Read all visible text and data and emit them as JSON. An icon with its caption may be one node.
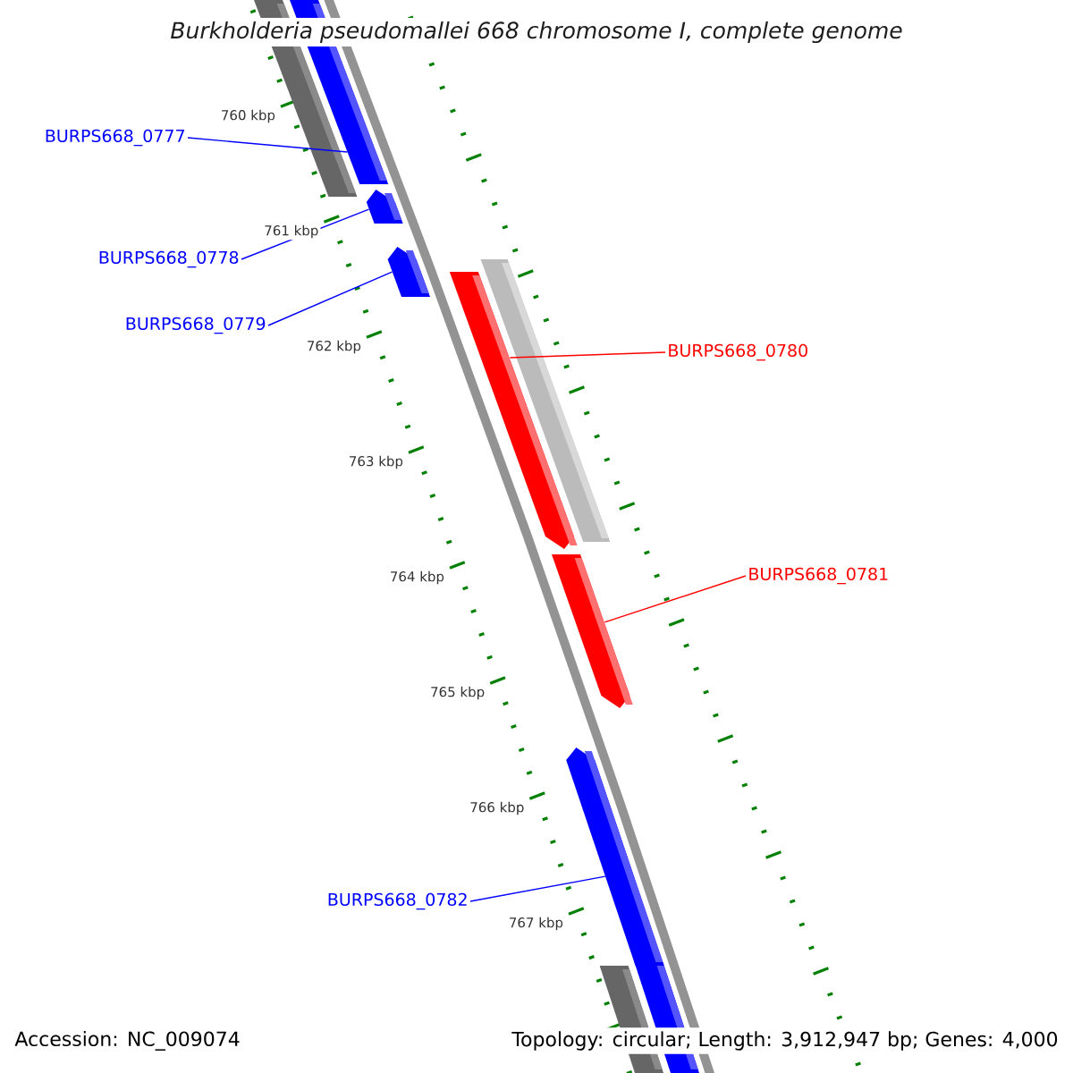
{
  "diagram": {
    "title": "Burkholderia pseudomallei 668 chromosome I, complete genome",
    "nodes": [
      {
        "text": [
          "BURPS668_0777"
        ]
      },
      {
        "text": [
          "BURPS668_0778"
        ]
      },
      {
        "text": [
          "BURPS668_0779"
        ]
      },
      {
        "text": [
          "BURPS668_0780"
        ]
      },
      {
        "text": [
          "BURPS668_0781"
        ]
      },
      {
        "text": [
          "BURPS668_0782"
        ]
      },
      {
        "text": [],
        "shape": "bar"
      },
      {
        "text": [],
        "shape": "bar"
      },
      {
        "text": [],
        "shape": "bar"
      },
      {
        "text": [],
        "shape": "bar"
      },
      {
        "text": [],
        "shape": "bar"
      },
      {
        "text": [],
        "shape": "bar"
      },
      {
        "text": [],
        "shape": "bar"
      },
      {
        "text": [],
        "shape": "bar"
      },
      {
        "text": [],
        "shape": "bar"
      },
      {
        "text": [],
        "shape": "bar"
      }
    ],
    "edges": [
      {
        "from": 0,
        "to": 6,
        "arrow": "none",
        "color": "#0000ff"
      },
      {
        "from": 1,
        "to": 7,
        "arrow": "none",
        "color": "#0000ff"
      },
      {
        "from": 2,
        "to": 8,
        "arrow": "none",
        "color": "#0000ff"
      },
      {
        "from": 3,
        "to": 9,
        "arrow": "none",
        "color": "#ff0000"
      },
      {
        "from": 4,
        "to": 10,
        "arrow": "none",
        "color": "#ff0000"
      },
      {
        "from": 5,
        "to": 11,
        "arrow": "none",
        "color": "#0000ff"
      }
    ],
    "labels": [
      "760 kbp",
      "761 kbp",
      "762 kbp",
      "763 kbp",
      "764 kbp",
      "765 kbp",
      "766 kbp",
      "767 kbp",
      "Accession: NC_009074",
      "Topology: circular; Length: 3,912,947 bp; Genes: 4,000"
    ]
  }
}
